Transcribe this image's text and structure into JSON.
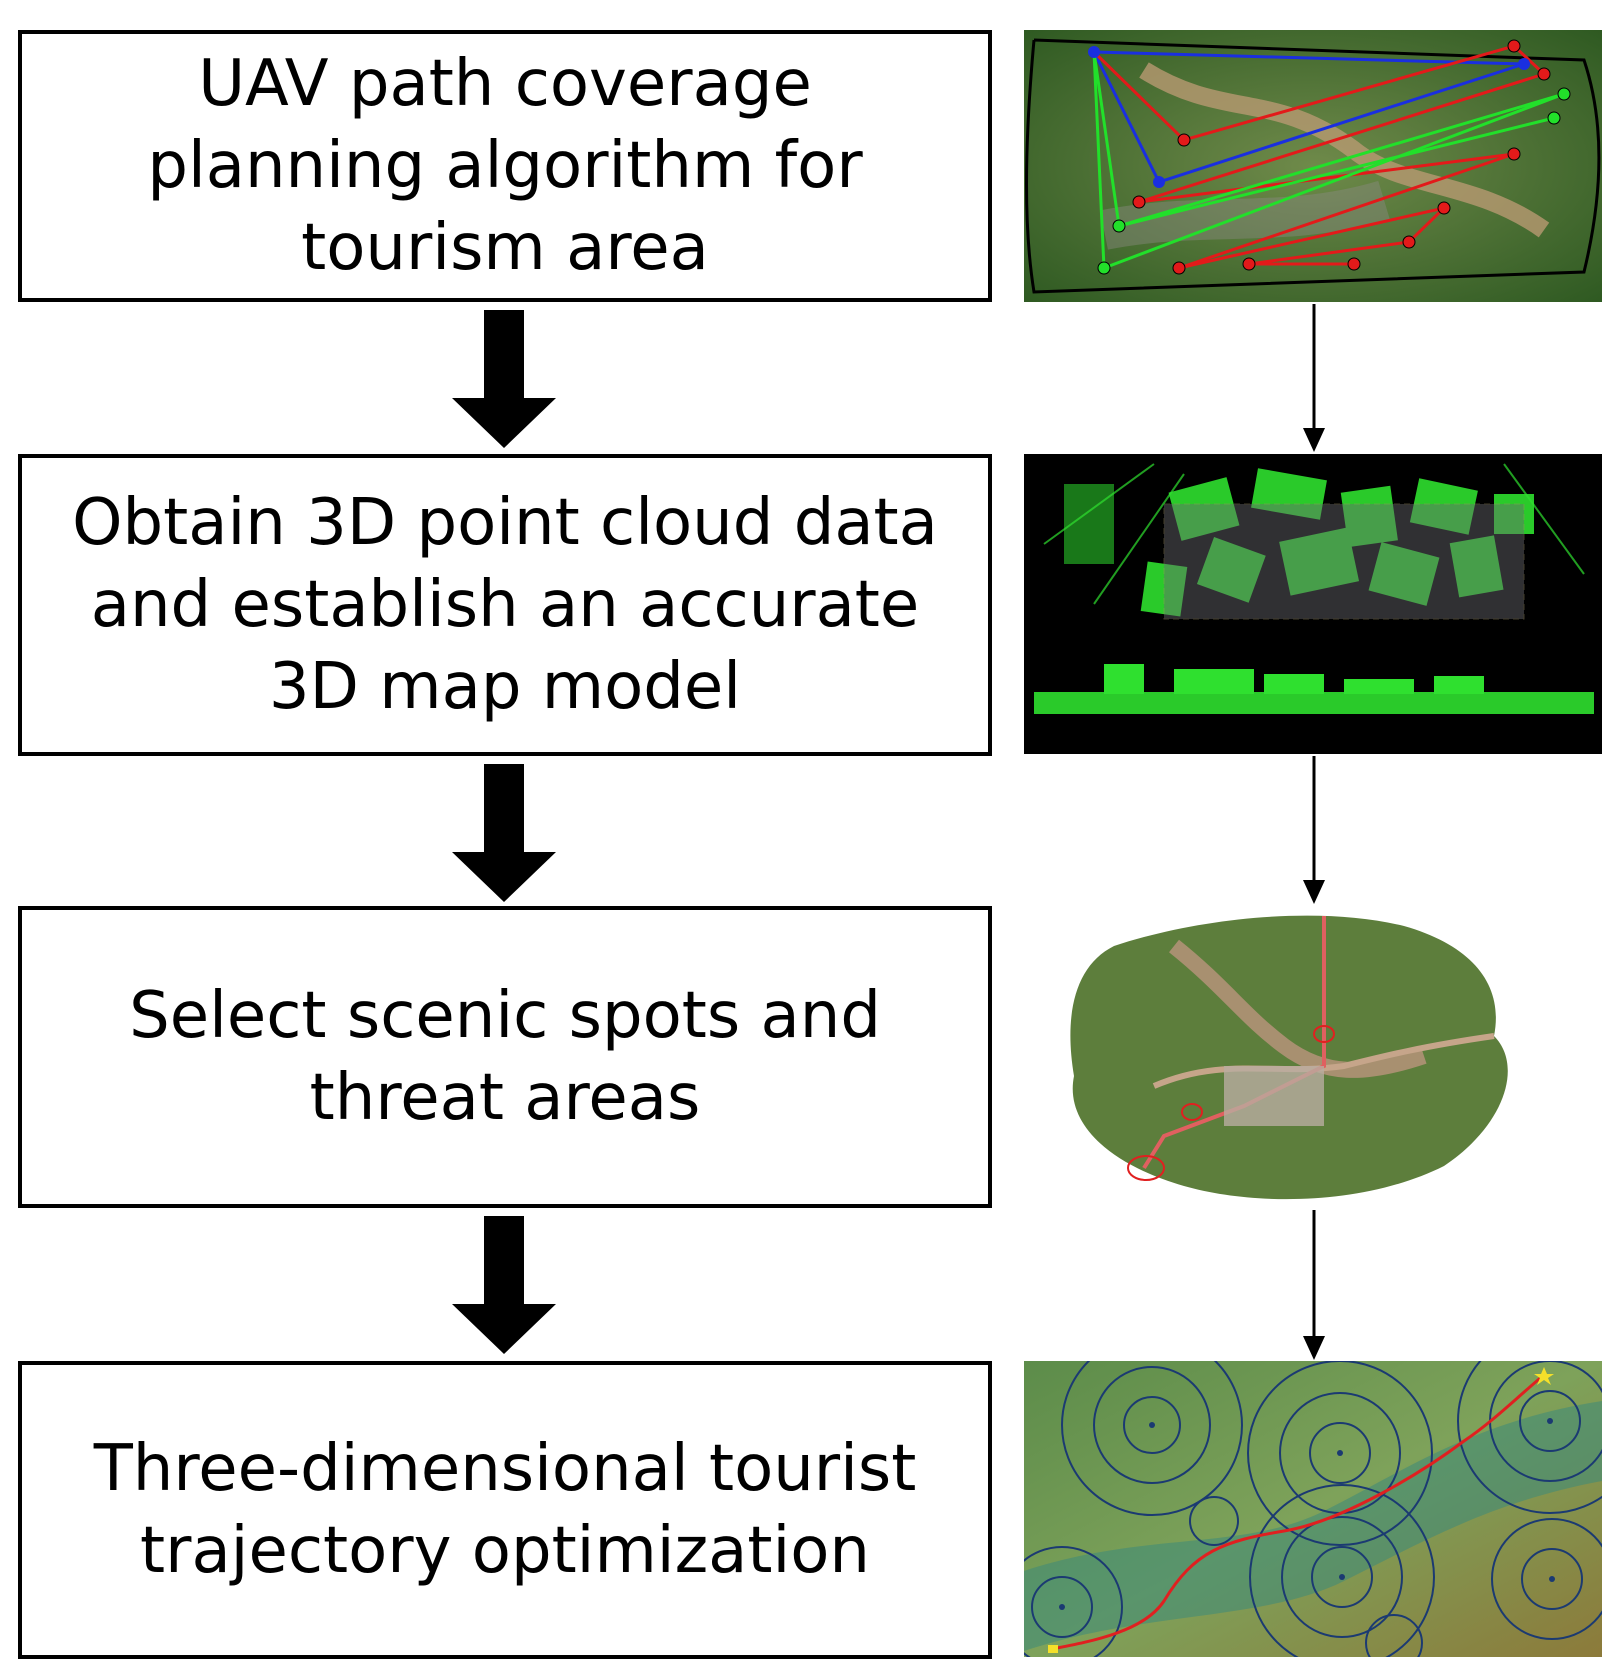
{
  "steps": [
    {
      "id": "s1",
      "label": "UAV path coverage\nplanning  algorithm for\ntourism area"
    },
    {
      "id": "s2",
      "label": "Obtain 3D point cloud data\nand establish an accurate\n3D map model"
    },
    {
      "id": "s3",
      "label": "Select scenic spots and\nthreat areas"
    },
    {
      "id": "s4",
      "label": "Three-dimensional tourist\ntrajectory optimization"
    }
  ],
  "panels": {
    "coverage": {
      "description_colors": {
        "blue": "#1a2fe0",
        "red": "#e31a1a",
        "green": "#22e02a",
        "ground": "#5c7a3a"
      }
    },
    "point_cloud": {
      "colors": {
        "points": "#2fe02f",
        "background": "#000000",
        "box": "#6a6a72"
      }
    },
    "scenic_map": {
      "colors": {
        "terrain": "#5d7e3c",
        "route": "#e06060"
      }
    },
    "trajectory": {
      "colors": {
        "terrain": "#6c8c46",
        "circles": "#1b3a72",
        "path": "#e02020",
        "start": "#f4e02a",
        "goal": "#f4e02a"
      }
    }
  }
}
